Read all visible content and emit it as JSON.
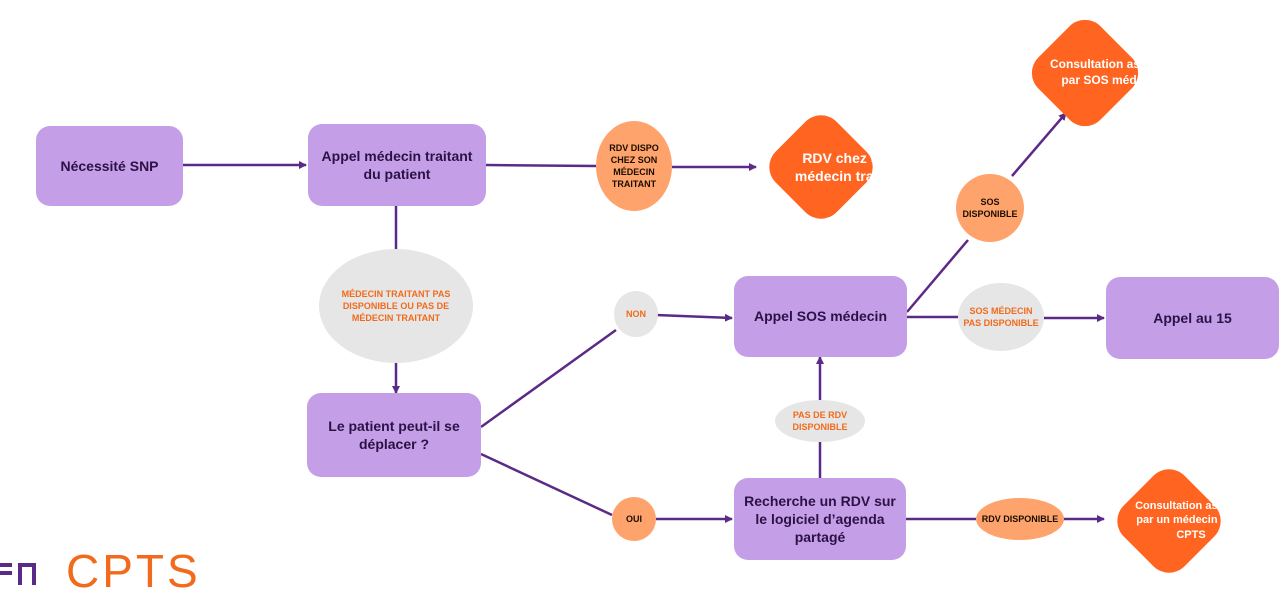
{
  "colors": {
    "box": "#c59ee8",
    "box_text": "#2b1245",
    "decision_orange": "#ffa36c",
    "decision_gray": "#e6e6e6",
    "outcome": "#ff6420",
    "arrow": "#5b2a86",
    "label_orange": "#f26a1b"
  },
  "nodes": {
    "necessite": "Nécessité SNP",
    "appel_medecin": "Appel médecin traitant du patient",
    "rdv_dispo_oval": "RDV DISPO CHEZ SON MÉDECIN TRAITANT",
    "rdv_chez": "RDV chez son médecin traitant",
    "medecin_pas_dispo": "MÉDECIN TRAITANT PAS DISPONIBLE OU PAS DE MÉDECIN TRAITANT",
    "patient_deplacer": "Le patient peut-il se déplacer ?",
    "non": "NON",
    "oui": "OUI",
    "appel_sos": "Appel SOS médecin",
    "rechercher_rdv": "Recherche un RDV sur le logiciel d’agenda partagé",
    "pas_de_rdv": "PAS DE RDV DISPONIBLE",
    "sos_disponible": "SOS DISPONIBLE",
    "sos_pas_dispo": "SOS MÉDECIN PAS DISPONIBLE",
    "appel_15": "Appel au 15",
    "consult_sos": "Consultation assurée par SOS médecin",
    "rdv_disponible": "RDV DISPONIBLE",
    "consult_cpts": "Consultation assurée par un médecin de la CPTS"
  },
  "logo": {
    "text": "CPTS",
    "mark": "CPTS logo mark"
  }
}
